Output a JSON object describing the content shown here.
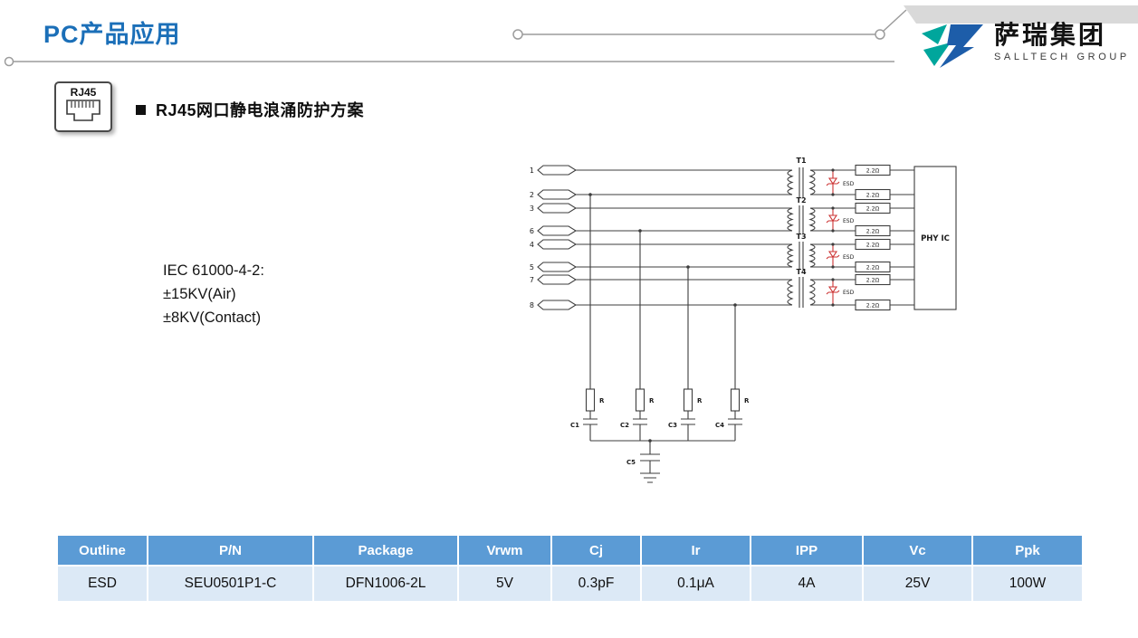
{
  "header": {
    "title": "PC产品应用",
    "logo_name": "萨瑞集团",
    "logo_sub": "SALLTECH GROUP"
  },
  "section": {
    "rj45_label": "RJ45",
    "heading": "RJ45网口静电浪涌防护方案"
  },
  "spec": {
    "line1": "IEC 61000-4-2:",
    "line2": "±15KV(Air)",
    "line3": "±8KV(Contact)"
  },
  "circuit": {
    "pins": [
      "1",
      "2",
      "3",
      "6",
      "4",
      "5",
      "7",
      "8"
    ],
    "transformers": [
      "T1",
      "T2",
      "T3",
      "T4"
    ],
    "esd_label": "ESD",
    "resistor_label": "2.2Ω",
    "phy_label": "PHY IC",
    "r_label": "R",
    "caps": [
      "C1",
      "C2",
      "C3",
      "C4",
      "C5"
    ]
  },
  "table": {
    "headers": [
      "Outline",
      "P/N",
      "Package",
      "Vrwm",
      "Cj",
      "Ir",
      "IPP",
      "Vc",
      "Ppk"
    ],
    "rows": [
      [
        "ESD",
        "SEU0501P1-C",
        "DFN1006-2L",
        "5V",
        "0.3pF",
        "0.1μA",
        "4A",
        "25V",
        "100W"
      ]
    ]
  },
  "colors": {
    "accent_blue": "#1b6fb8",
    "table_header_bg": "#5b9bd5",
    "table_row_bg": "#dce9f6",
    "logo_teal": "#00a69c",
    "logo_blue": "#1d5da9",
    "esd_red": "#cc3333"
  }
}
